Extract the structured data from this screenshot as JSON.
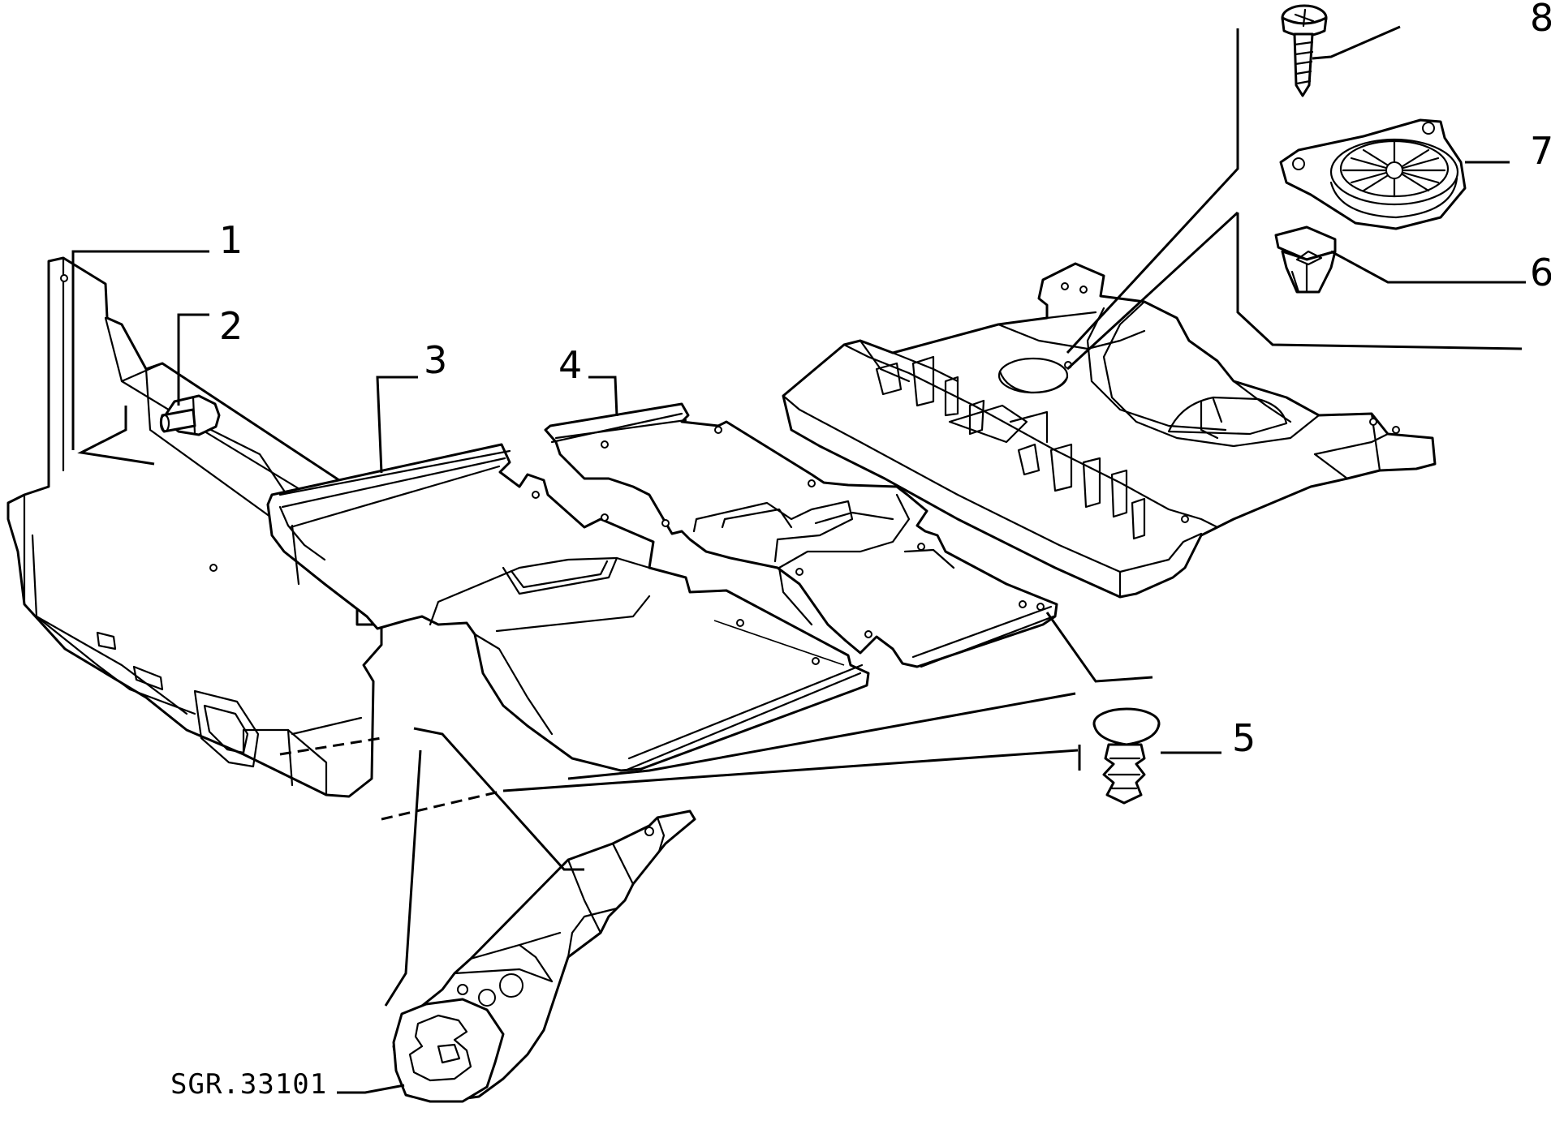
{
  "callouts": [
    "1",
    "2",
    "3",
    "4",
    "5",
    "6",
    "7",
    "8"
  ],
  "drawing_code": "SGR.33101"
}
